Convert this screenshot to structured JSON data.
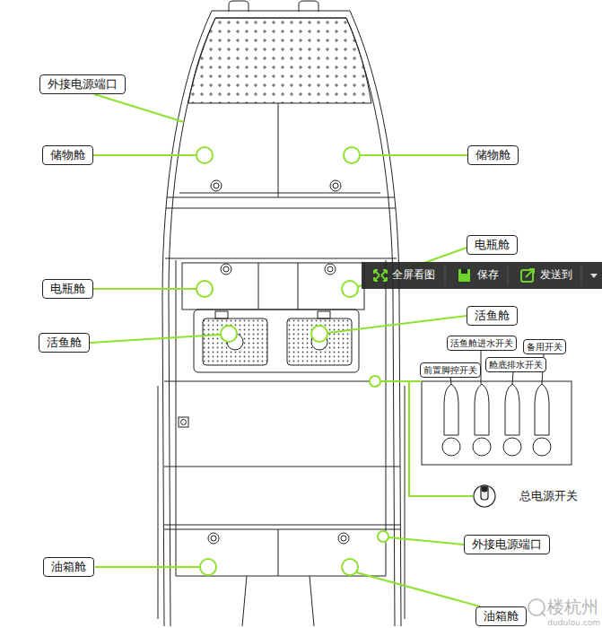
{
  "diagram": {
    "nodes": [
      {
        "text": [
          "外接电源端口"
        ]
      },
      {
        "text": [
          "储物舱"
        ]
      },
      {
        "text": [
          "储物舱"
        ]
      },
      {
        "text": [
          "电瓶舱"
        ]
      },
      {
        "text": [
          "电瓶舱"
        ]
      },
      {
        "text": [
          "活鱼舱"
        ]
      },
      {
        "text": [
          "活鱼舱"
        ]
      },
      {
        "text": [
          "活鱼舱进水开关"
        ]
      },
      {
        "text": [
          "备用开关"
        ]
      },
      {
        "text": [
          "前置脚控开关"
        ]
      },
      {
        "text": [
          "舱底排水开关"
        ]
      },
      {
        "text": [
          "外接电源端口"
        ]
      },
      {
        "text": [
          "油箱舱"
        ]
      },
      {
        "text": [
          "油箱舱"
        ]
      }
    ],
    "labels": [
      "全屏看图",
      "保存",
      "发送到",
      "总电源开关",
      "楼杭州",
      "dudulou.com"
    ]
  }
}
